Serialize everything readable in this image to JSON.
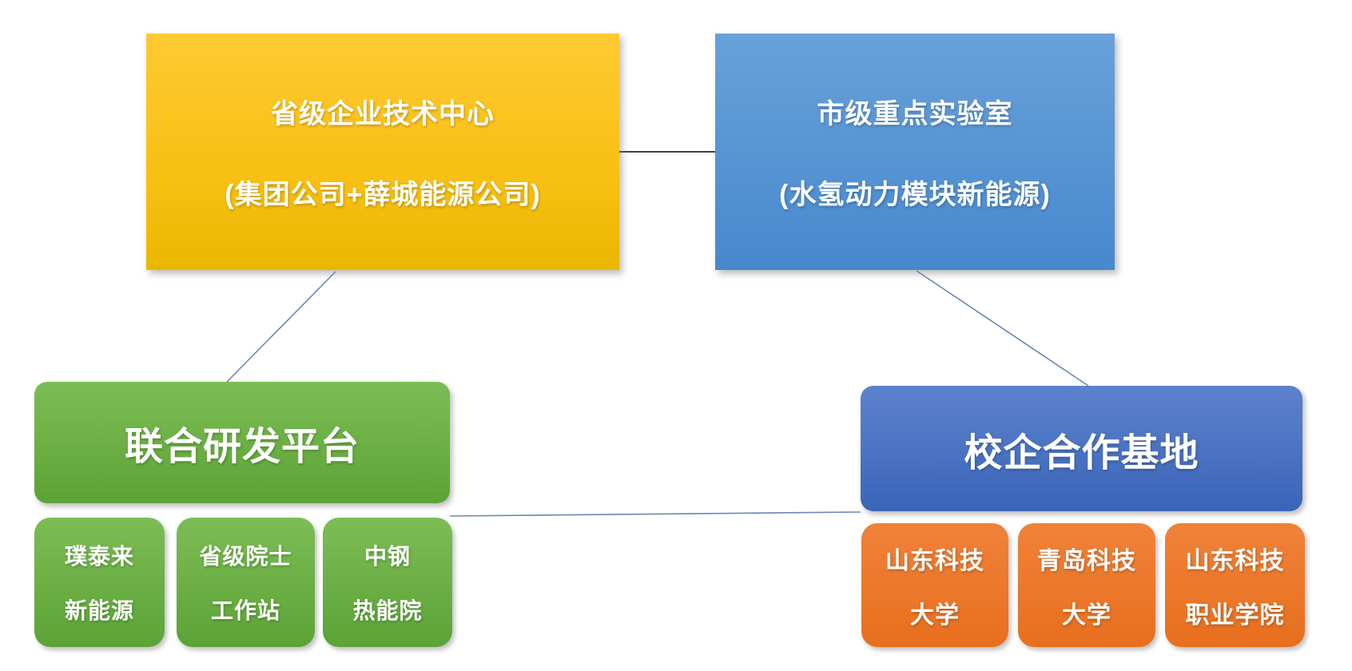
{
  "nodes": {
    "provincial_center": {
      "line1": "省级企业技术中心",
      "line2": "(集团公司+薛城能源公司)",
      "color_top": "#ffc933",
      "color_bottom": "#eab600"
    },
    "municipal_lab": {
      "line1": "市级重点实验室",
      "line2": "(水氢动力模块新能源)",
      "color_top": "#68a1da",
      "color_bottom": "#4788ce"
    },
    "joint_rd_platform": {
      "label": "联合研发平台",
      "color_top": "#7cbd55",
      "color_bottom": "#5ca336"
    },
    "school_enterprise_base": {
      "label": "校企合作基地",
      "color_top": "#5d82cd",
      "color_bottom": "#3a65b8"
    }
  },
  "rd_partners": [
    {
      "line1": "璞泰来",
      "line2": "新能源"
    },
    {
      "line1": "省级院士",
      "line2": "工作站"
    },
    {
      "line1": "中钢",
      "line2": "热能院"
    }
  ],
  "school_partners": [
    {
      "line1": "山东科技",
      "line2": "大学"
    },
    {
      "line1": "青岛科技",
      "line2": "大学"
    },
    {
      "line1": "山东科技",
      "line2": "职业学院"
    }
  ],
  "palette": {
    "orange_top": "#f08239",
    "orange_bottom": "#e76f1e",
    "connector_dark": "#3f3f3f",
    "connector_blue": "#6b87b7",
    "text_color": "#ffffff",
    "background": "#ffffff"
  }
}
